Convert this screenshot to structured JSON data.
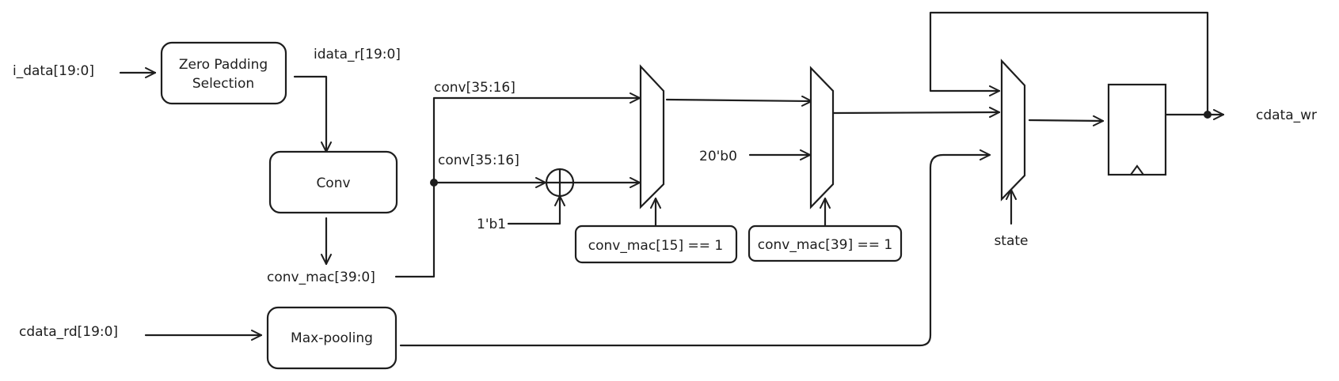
{
  "blocks": {
    "zero_padding_line1": "Zero Padding",
    "zero_padding_line2": "Selection",
    "conv": "Conv",
    "max_pooling": "Max-pooling",
    "sel_mux1": "conv_mac[15] == 1",
    "sel_mux2": "conv_mac[39] == 1"
  },
  "signals": {
    "i_data": "i_data[19:0]",
    "idata_r": "idata_r[19:0]",
    "conv_upper": "conv[35:16]",
    "conv_lower": "conv[35:16]",
    "one_bit": "1'b1",
    "zero_20": "20'b0",
    "conv_mac": "conv_mac[39:0]",
    "cdata_rd": "cdata_rd[19:0]",
    "state": "state",
    "cdata_wr": "cdata_wr"
  }
}
